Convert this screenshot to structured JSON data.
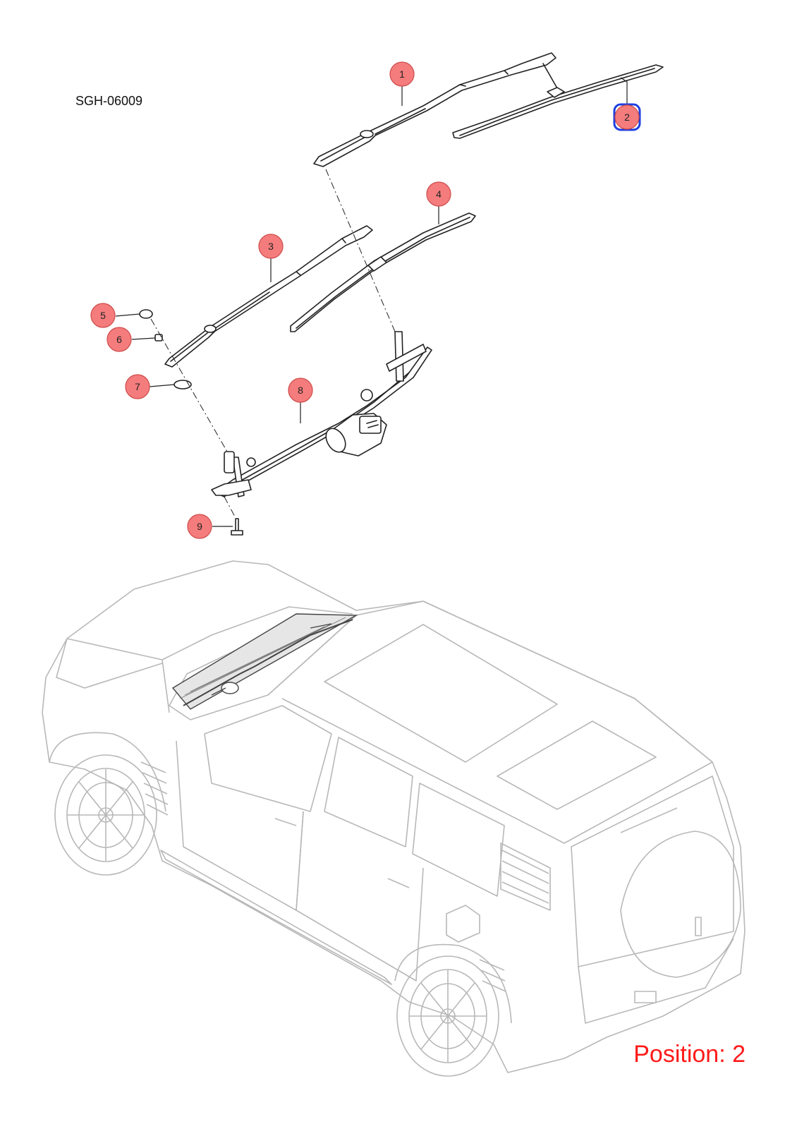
{
  "diagram_code": "SGH-06009",
  "position_label": "Position: 2",
  "selected_callout": "2",
  "colors": {
    "callout_fill": "#f47c7c",
    "callout_stroke": "#cf4a4a",
    "highlight_stroke": "#1f3fe0",
    "position_text": "#ff1a1a",
    "part_stroke": "#222222",
    "vehicle_stroke": "#b8b8b8"
  },
  "callouts": [
    {
      "id": "callout-1",
      "label": "1"
    },
    {
      "id": "callout-2",
      "label": "2"
    },
    {
      "id": "callout-3",
      "label": "3"
    },
    {
      "id": "callout-4",
      "label": "4"
    },
    {
      "id": "callout-5",
      "label": "5"
    },
    {
      "id": "callout-6",
      "label": "6"
    },
    {
      "id": "callout-7",
      "label": "7"
    },
    {
      "id": "callout-8",
      "label": "8"
    },
    {
      "id": "callout-9",
      "label": "9"
    }
  ]
}
